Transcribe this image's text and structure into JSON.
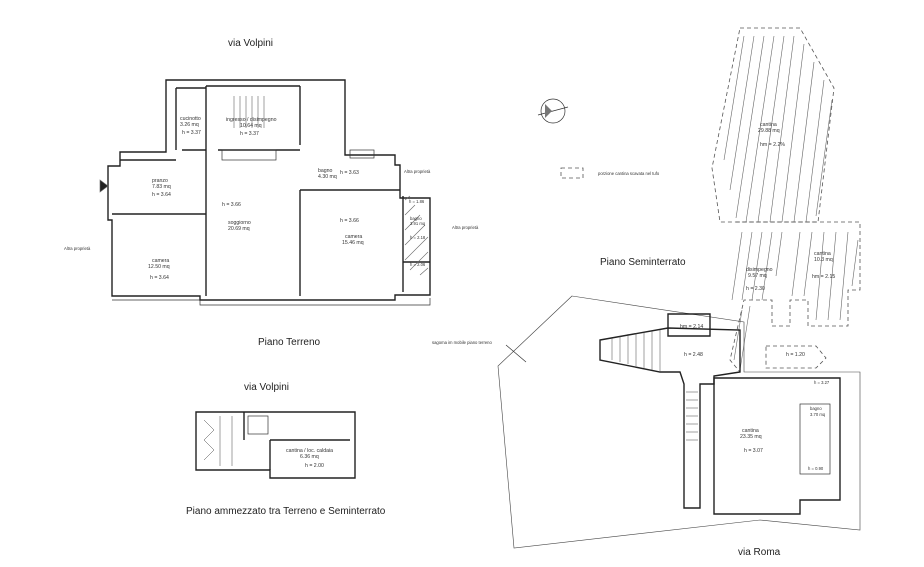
{
  "piano_terreno": {
    "street_top": "via Volpini",
    "title": "Piano Terreno",
    "altra_proprieta_left": "Altra proprietà",
    "altra_proprieta_right1": "Altra proprietà",
    "altra_proprieta_right2": "Altra proprietà",
    "rooms": {
      "cucinotto": {
        "name": "cucinotto",
        "area": "3.26 mq",
        "h": "h = 3.37"
      },
      "ingresso": {
        "name": "ingresso / disimpegno",
        "area": "10.64 mq",
        "h": "h = 3.37"
      },
      "pranzo": {
        "name": "pranzo",
        "area": "7.83 mq",
        "h": "h = 3.64"
      },
      "bagno1": {
        "name": "bagno",
        "area": "4.30 mq",
        "h": "h = 3.63"
      },
      "soggiorno": {
        "name": "soggiorno",
        "area": "20.69 mq",
        "h": "h = 3.66"
      },
      "camera1": {
        "name": "camera",
        "area": "15.46 mq",
        "h": "h = 3.66"
      },
      "camera2": {
        "name": "camera",
        "area": "12.50 mq",
        "h": "h = 3.64"
      },
      "bagno2": {
        "name": "bagno",
        "area": "3.91 mq",
        "h_top": "h = 1.86",
        "h_mid": "h = 2.18",
        "h_bot": "h = 2.06"
      }
    }
  },
  "piano_ammezzato": {
    "street_top": "via Volpini",
    "title": "Piano ammezzato tra Terreno e Seminterrato",
    "room": {
      "name": "cantina / loc. caldaia",
      "area": "6.36 mq",
      "h": "h = 2.00"
    }
  },
  "piano_seminterrato": {
    "title": "Piano Seminterrato",
    "street_bottom": "via Roma",
    "legend_text": "porzione  cantina scavata nel tufo",
    "sagoma_label": "sagoma im mobile piano terreno",
    "rooms": {
      "cantina_top": {
        "name": "cantina",
        "area": "29.88 mq",
        "h": "hm = 2.2%"
      },
      "cantina_right": {
        "name": "cantina",
        "area": "10.3 mq",
        "h": "hm = 2.15"
      },
      "disimpegno": {
        "name": "disimpegno",
        "area": "9.57 mq",
        "h": "h = 2.30"
      },
      "h214": {
        "h": "hm = 2.14"
      },
      "h248": {
        "h": "h = 2.48"
      },
      "h120": {
        "h": "h = 1.20"
      },
      "cantina_main": {
        "name": "cantina",
        "area": "23.35 mq",
        "h": "h = 3.07"
      },
      "bagno": {
        "name": "bagno",
        "area": "3.70 mq",
        "h_top": "h = 3.27",
        "h_bot": "h = 0.90"
      }
    }
  }
}
